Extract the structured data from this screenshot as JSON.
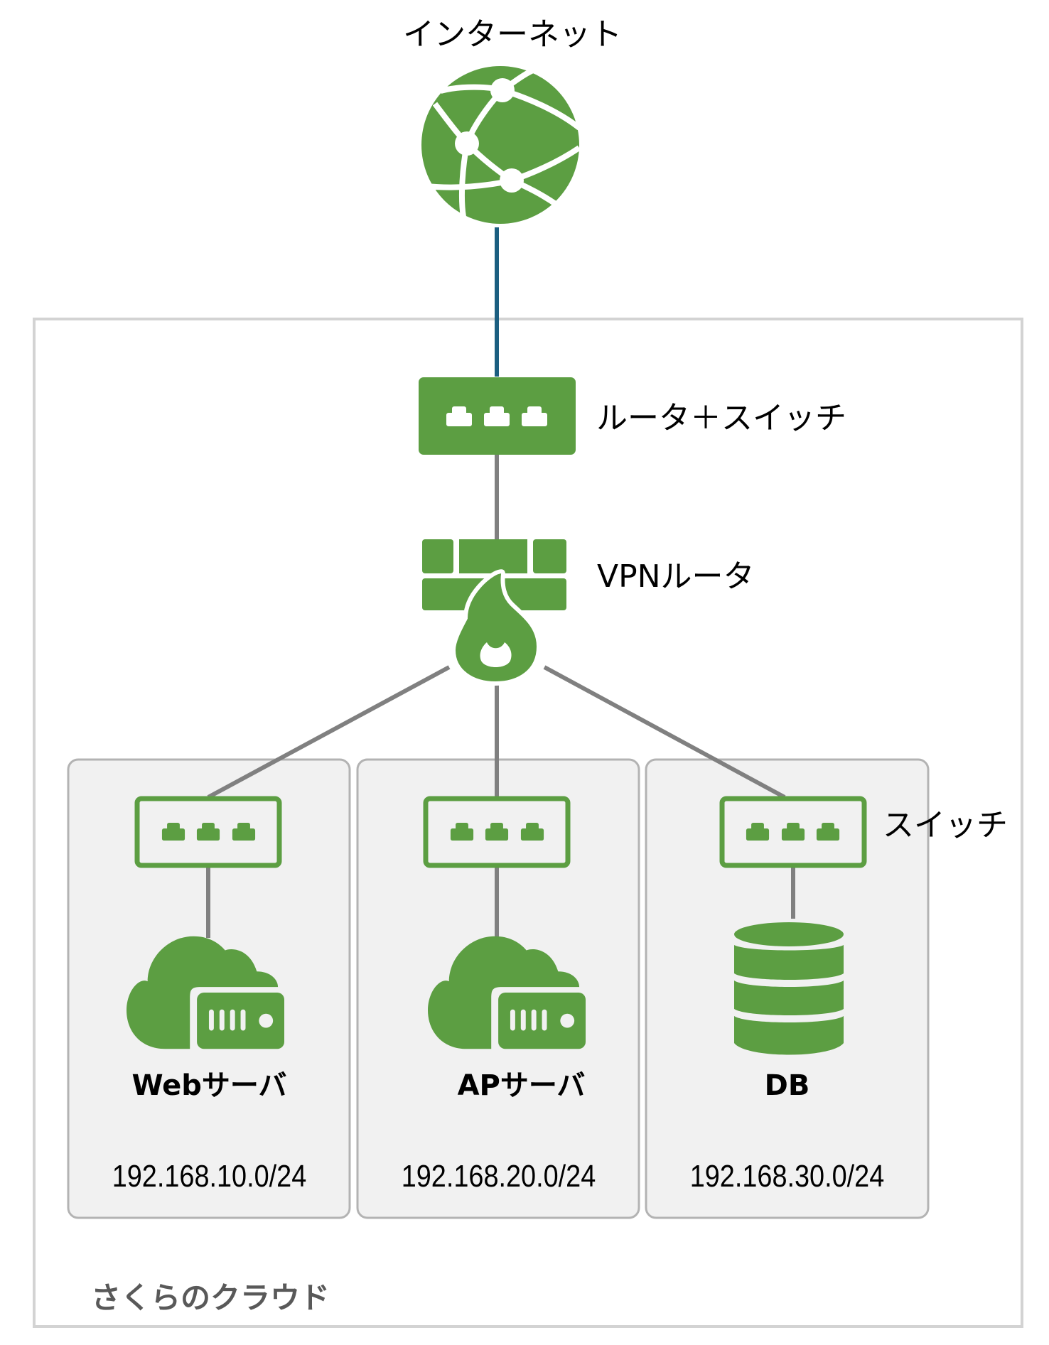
{
  "colors": {
    "icon_green": "#5c9e42",
    "connector_gray": "#808080",
    "uplink_blue": "#1b5e80",
    "zone_border": "#d3d3d3",
    "subnet_fill": "#f1f1f1",
    "subnet_border": "#b3b3b3",
    "zone_label": "#595959"
  },
  "internet": {
    "label": "インターネット",
    "icon": "globe-network-icon"
  },
  "router_switch": {
    "label": "ルータ＋スイッチ",
    "icon": "router-switch-icon"
  },
  "vpn_router": {
    "label": "VPNルータ",
    "icon": "firewall-icon"
  },
  "switch_label": "スイッチ",
  "zone": {
    "label": "さくらのクラウド"
  },
  "subnets": [
    {
      "name": "Webサーバ",
      "cidr": "192.168.10.0/24",
      "icon": "cloud-server-icon"
    },
    {
      "name": "APサーバ",
      "cidr": "192.168.20.0/24",
      "icon": "cloud-server-icon"
    },
    {
      "name": "DB",
      "cidr": "192.168.30.0/24",
      "icon": "database-icon"
    }
  ],
  "connections": [
    {
      "from": "インターネット",
      "to": "ルータ＋スイッチ",
      "style": "uplink"
    },
    {
      "from": "ルータ＋スイッチ",
      "to": "VPNルータ",
      "style": "internal"
    },
    {
      "from": "VPNルータ",
      "to": "Webサーバ スイッチ",
      "style": "internal"
    },
    {
      "from": "VPNルータ",
      "to": "APサーバ スイッチ",
      "style": "internal"
    },
    {
      "from": "VPNルータ",
      "to": "DB スイッチ",
      "style": "internal"
    },
    {
      "from": "Webサーバ スイッチ",
      "to": "Webサーバ",
      "style": "internal"
    },
    {
      "from": "APサーバ スイッチ",
      "to": "APサーバ",
      "style": "internal"
    },
    {
      "from": "DB スイッチ",
      "to": "DB",
      "style": "internal"
    }
  ]
}
